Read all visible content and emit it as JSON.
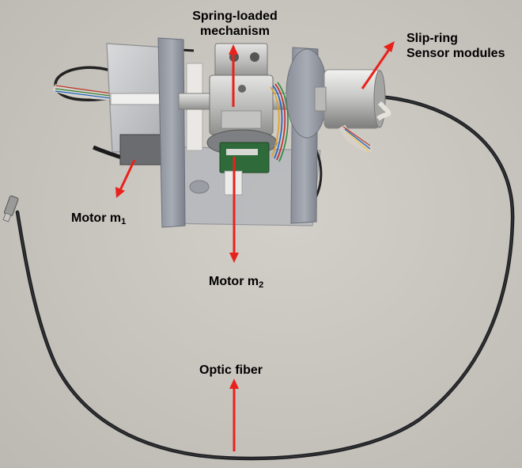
{
  "labels": {
    "spring_loaded": {
      "line1": "Spring-loaded",
      "line2": "mechanism"
    },
    "slip_ring": {
      "line1": "Slip-ring",
      "line2": "Sensor modules"
    },
    "motor_m1": {
      "text": "Motor m",
      "sub": "1"
    },
    "motor_m2": {
      "text": "Motor m",
      "sub": "2"
    },
    "optic_fiber": {
      "text": "Optic fiber"
    }
  },
  "colors": {
    "arrow": "#e8221b",
    "background": "#c9c5bf",
    "label_text": "#000000"
  }
}
